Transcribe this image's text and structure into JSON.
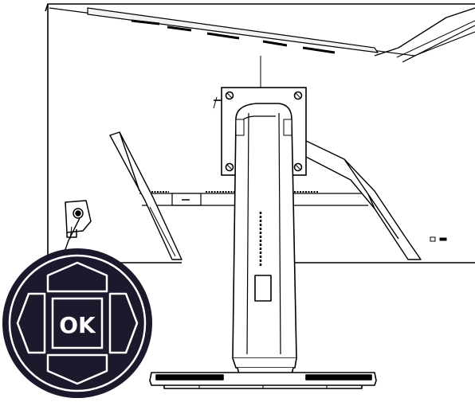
{
  "diagram": {
    "ok_button": {
      "label": "OK"
    },
    "colors": {
      "line": "#000000",
      "background": "#ffffff",
      "joystick_fill": "#1a1a2c",
      "joystick_line": "#ffffff"
    },
    "icons": [
      "monitor-rear-outline",
      "stand",
      "joystick-callout",
      "arrow-up-icon",
      "arrow-down-icon",
      "arrow-left-icon",
      "arrow-right-icon"
    ]
  }
}
